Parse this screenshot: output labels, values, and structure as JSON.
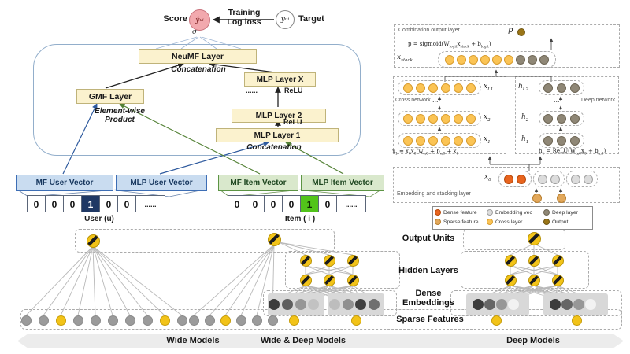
{
  "colors": {
    "y": "#F2C318",
    "g": "#9B9B9B",
    "cross": "#FBC455",
    "crossStroke": "#D89C2E",
    "dense": "#E8641E",
    "denseStroke": "#B54708",
    "emb": "#DCDCDC",
    "embStroke": "#9E9E9E",
    "deep": "#8F8776",
    "deepStroke": "#6E6655",
    "sparse": "#E2A85B",
    "sparseStroke": "#B87E2E",
    "out": "#9A7517",
    "outStroke": "#6E5510",
    "navy": "#1F3864",
    "green": "#52C41A",
    "blue_accent": "#2E5A9E",
    "green_accent": "#538135"
  },
  "neumf": {
    "score_label": "Score",
    "score_value": "ŷ<sub>ui</sub>",
    "sigma": "σ",
    "training_label": "Training",
    "logloss_label": "Log loss",
    "target_value": "y<sub>ui</sub>",
    "target_label": "Target",
    "neumf_layer": "NeuMF Layer",
    "concat_top": "Concatenation",
    "gmf_layer": "GMF Layer",
    "mlp_layer_x": "MLP Layer X",
    "dots": "......",
    "relu_top": "ReLU",
    "mlp_layer_2": "MLP Layer 2",
    "relu_mid": "ReLU",
    "mlp_layer_1": "MLP Layer 1",
    "concat_bottom": "Concatenation",
    "elementwise": "Element-wise",
    "product": "Product",
    "mf_user": "MF User Vector",
    "mlp_user": "MLP User Vector",
    "mf_item": "MF Item Vector",
    "mlp_item": "MLP Item Vector",
    "user_onehot": {
      "cells": [
        "0",
        "0",
        "0",
        "1",
        "0",
        "0",
        "......"
      ],
      "hot_index": 3,
      "hot": "navy",
      "label": "User (u)"
    },
    "item_onehot": {
      "cells": [
        "0",
        "0",
        "0",
        "0",
        "1",
        "0",
        "......"
      ],
      "hot_index": 4,
      "hot": "green",
      "label": "Item ( i )"
    }
  },
  "dcn": {
    "combination_label": "Combination output layer",
    "p_label": "p",
    "p_formula": "p = sigmoid(W<sub>logit</sub>x<sub>stack</sub> + b<sub>logit</sub>)",
    "xstack_label": "x<sub>stack</sub>",
    "xstack_dots": [
      "cross",
      "cross",
      "cross",
      "cross",
      "cross",
      "cross",
      "deep",
      "deep",
      "deep"
    ],
    "cross_label": "Cross network",
    "deep_label": "Deep network",
    "ellipsis": "...",
    "cross_rows": [
      {
        "label": "x<sub>L1</sub>",
        "dots": [
          "cross",
          "cross",
          "cross",
          "cross",
          "cross",
          "cross"
        ]
      },
      {
        "label": "x<sub>2</sub>",
        "dots": [
          "cross",
          "cross",
          "cross",
          "cross",
          "cross",
          "cross"
        ]
      },
      {
        "label": "x<sub>1</sub>",
        "dots": [
          "cross",
          "cross",
          "cross",
          "cross",
          "cross",
          "cross"
        ]
      }
    ],
    "deep_rows": [
      {
        "label": "h<sub>L2</sub>",
        "dots": [
          "deep",
          "deep",
          "deep"
        ]
      },
      {
        "label": "h<sub>2</sub>",
        "dots": [
          "deep",
          "deep",
          "deep"
        ]
      },
      {
        "label": "h<sub>1</sub>",
        "dots": [
          "deep",
          "deep",
          "deep"
        ]
      }
    ],
    "x1_formula": "x<sub>1</sub> = x<sub>0</sub>x<sub>0</sub><sup>T</sup>w<sub>c,0</sub> + b<sub>c,0</sub> + x<sub>0</sub>",
    "h1_formula": "h<sub>1</sub> = ReLU(W<sub>h,0</sub>x<sub>0</sub> + b<sub>h,0</sub>)",
    "x0_label": "x<sub>0</sub>",
    "x0_groups": [
      [
        "dense",
        "dense"
      ],
      [
        "emb",
        "emb"
      ],
      [
        "emb",
        "emb"
      ]
    ],
    "x0_inputs": [
      "sparse",
      "sparse"
    ],
    "embedding_label": "Embedding and stacking layer",
    "legend": [
      {
        "key": "dense",
        "label": "Dense feature"
      },
      {
        "key": "emb",
        "label": "Embedding vec"
      },
      {
        "key": "deep",
        "label": "Deep layer"
      },
      {
        "key": "sparse",
        "label": "Sparse feature"
      },
      {
        "key": "cross",
        "label": "Cross layer"
      },
      {
        "key": "out",
        "label": "Output"
      }
    ]
  },
  "bottom": {
    "row_labels": {
      "output": "Output Units",
      "hidden": "Hidden Layers",
      "dense_1": "Dense",
      "dense_2": "Embeddings",
      "sparse": "Sparse Features"
    },
    "banners": [
      "Wide Models",
      "Wide & Deep Models",
      "Deep Models"
    ],
    "wide": {
      "sparse": [
        "g",
        "g",
        "y",
        "g",
        "g",
        "g",
        "g",
        "g",
        "y",
        "g"
      ]
    },
    "wide_deep": {
      "sparse": [
        "g",
        "g",
        "y",
        "g",
        "g",
        "g"
      ],
      "embed_shades": [
        [
          "#3C3C3C",
          "#5E5E5E",
          "#969696",
          "#C2C2C2"
        ],
        [
          "#BDBDBD",
          "#8F8F8F",
          "#3F3F3F",
          "#6F6F6F"
        ]
      ],
      "embed_inputs": [
        "y",
        "y"
      ]
    },
    "deep": {
      "embed_shades": [
        [
          "#3C3C3C",
          "#666666",
          "#979797",
          "#F2F2F2"
        ],
        [
          "#3C3C3C",
          "#666666",
          "#979797",
          "#F2F2F2"
        ]
      ],
      "embed_inputs": [
        "y",
        "y"
      ]
    }
  }
}
